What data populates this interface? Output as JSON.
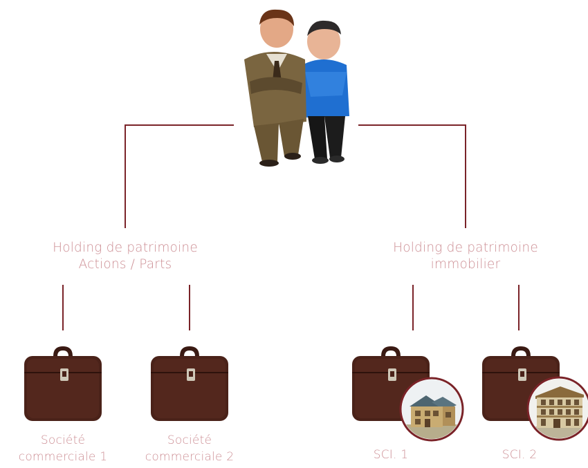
{
  "colors": {
    "connector": "#7a2328",
    "label": "#cd8f95",
    "briefcase": "#4a2219",
    "badge_ring": "#7a2328"
  },
  "root": {
    "icon": "two-owners-photo-icon"
  },
  "holdings": [
    {
      "lines": [
        "Holding de patrimoine",
        "Actions / Parts"
      ]
    },
    {
      "lines": [
        "Holding de patrimoine",
        "immobilier"
      ]
    }
  ],
  "entities": [
    {
      "lines": [
        "Société",
        "commerciale 1"
      ],
      "icon": "briefcase-icon"
    },
    {
      "lines": [
        "Société",
        "commerciale 2"
      ],
      "icon": "briefcase-icon"
    },
    {
      "lines": [
        "SCI. 1"
      ],
      "icon": "briefcase-icon",
      "badge": "house-badge-icon"
    },
    {
      "lines": [
        "SCI. 2"
      ],
      "icon": "briefcase-icon",
      "badge": "building-badge-icon"
    }
  ]
}
